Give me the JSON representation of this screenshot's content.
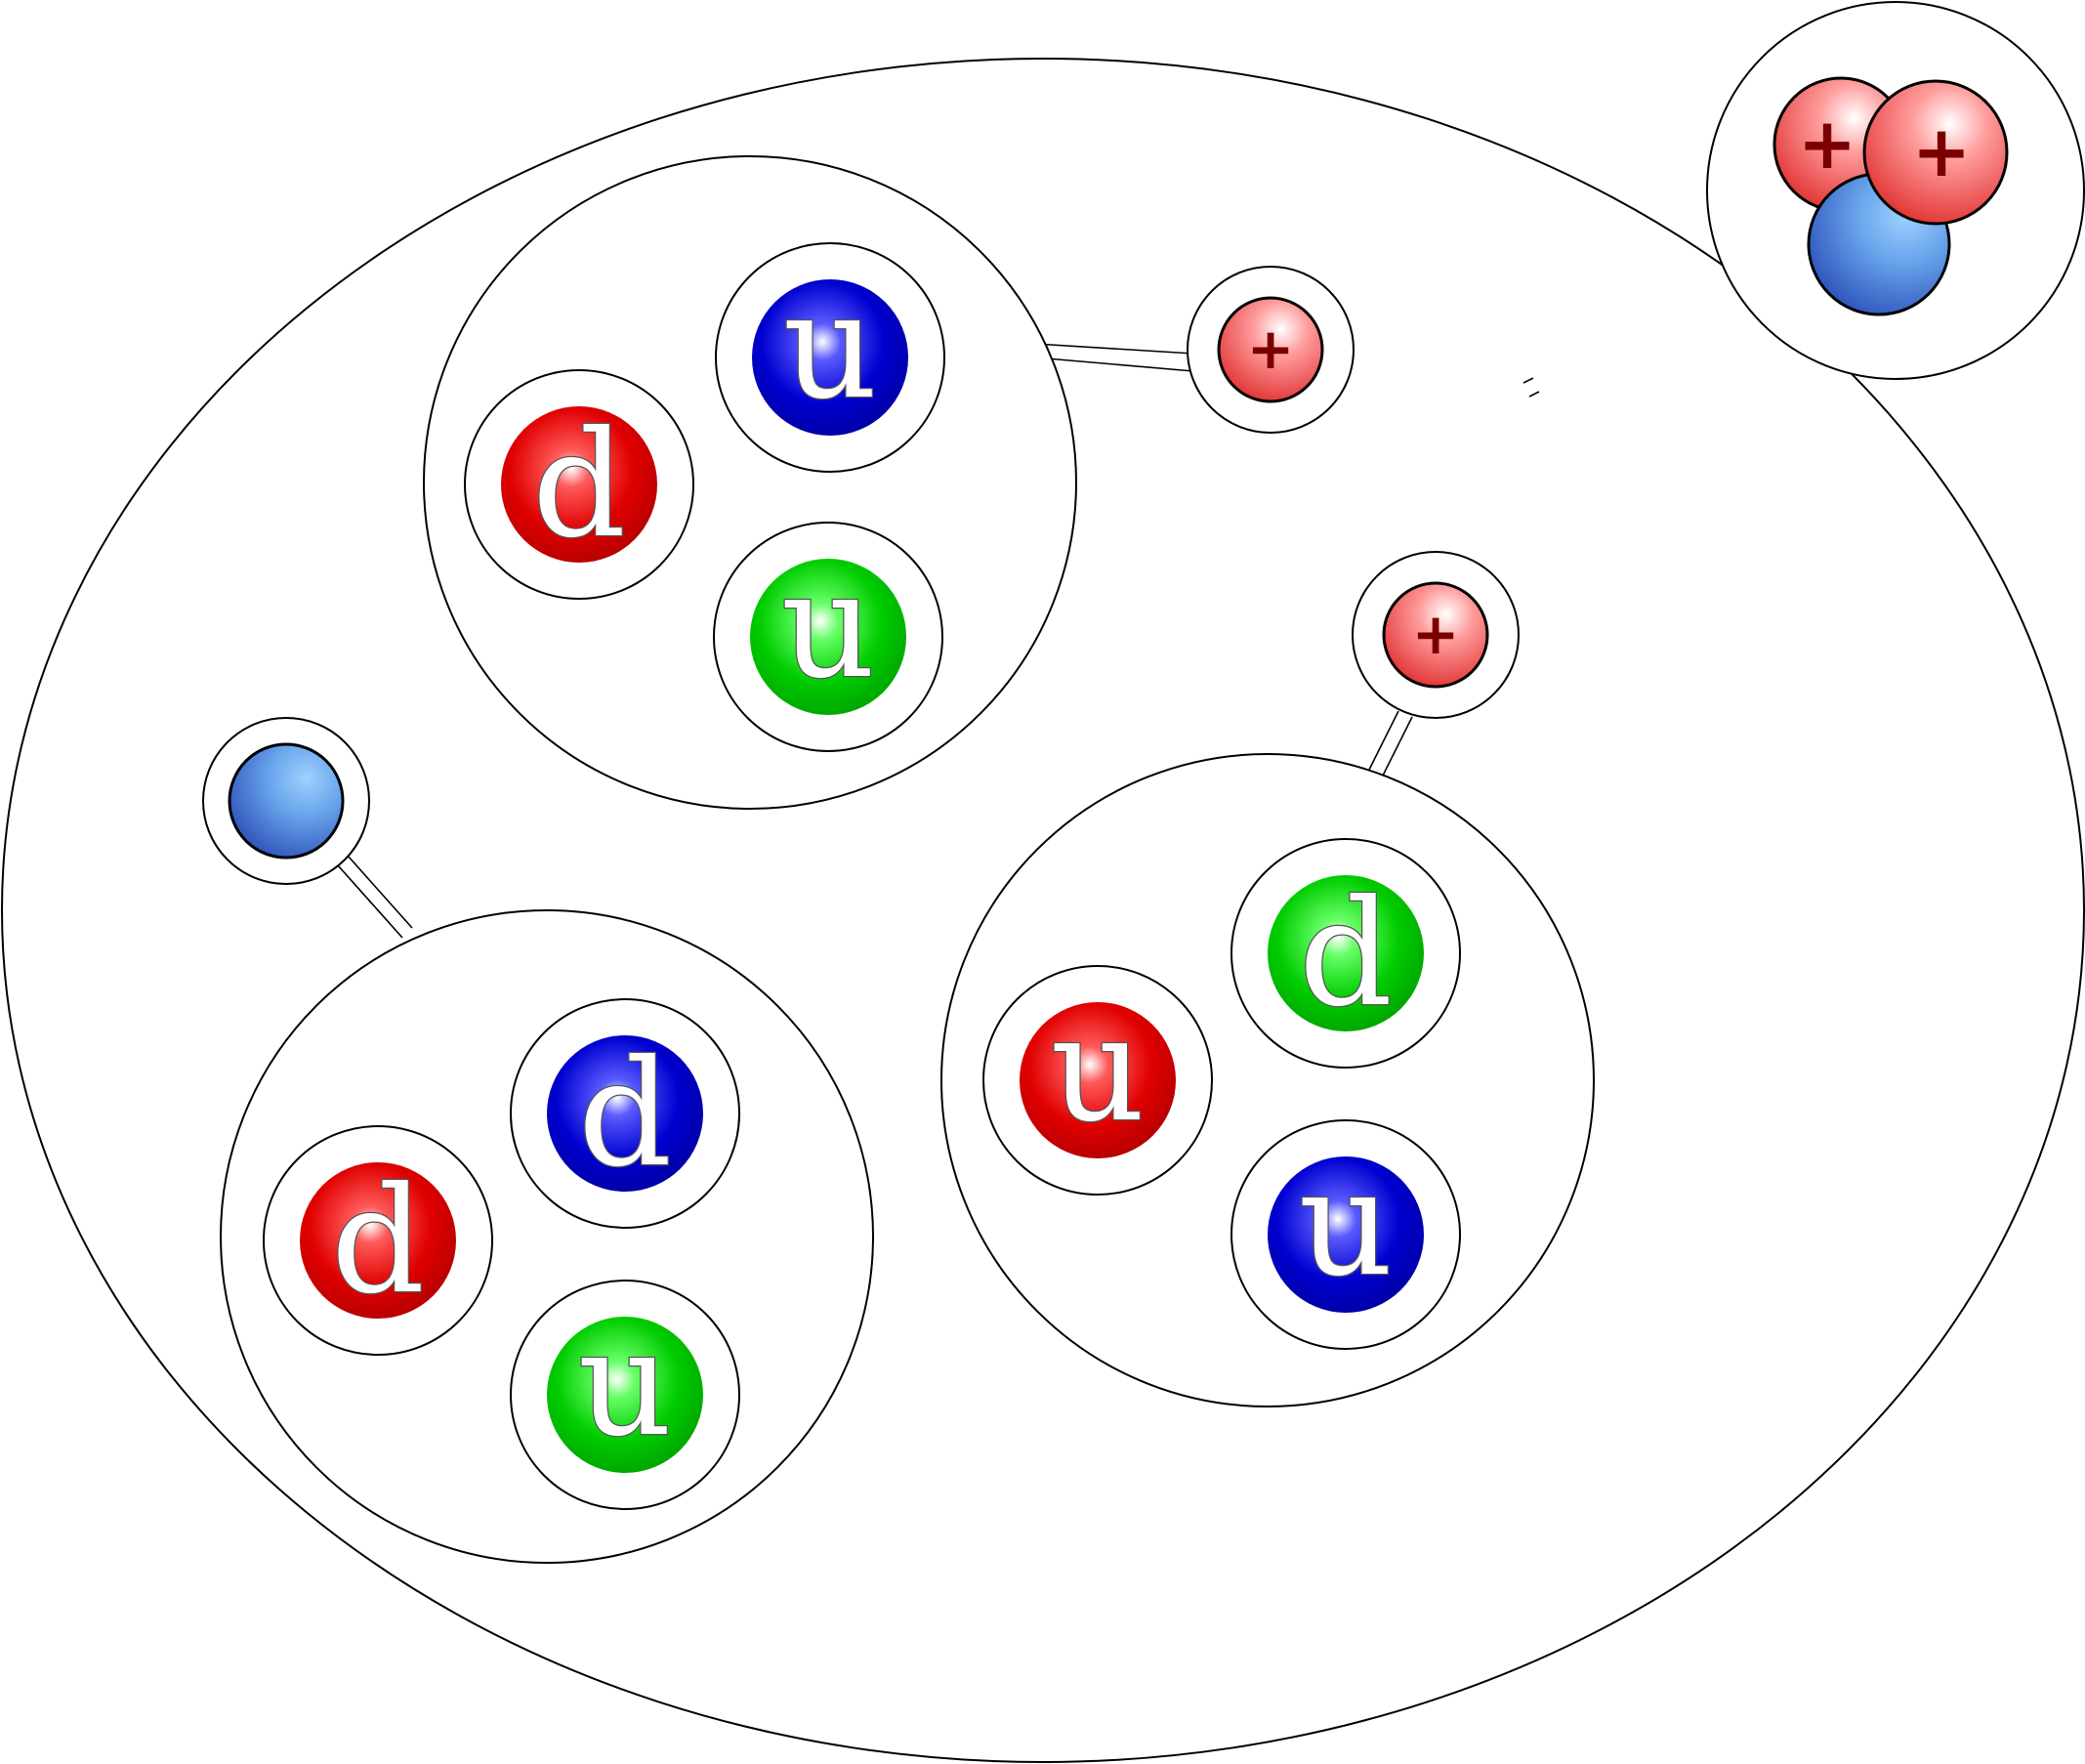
{
  "colors": {
    "quark_red": "#e60000",
    "quark_green": "#00cc00",
    "quark_blue": "#0000cc",
    "pion_red": "#ee4444",
    "pion_blue": "#3366cc",
    "outline": "#000000"
  },
  "nucleus": {
    "nucleons": [
      {
        "name": "top-nucleon",
        "quarks": [
          {
            "flavor": "u",
            "color": "blue"
          },
          {
            "flavor": "d",
            "color": "red"
          },
          {
            "flavor": "u",
            "color": "green"
          }
        ]
      },
      {
        "name": "bottom-left-nucleon",
        "quarks": [
          {
            "flavor": "d",
            "color": "blue"
          },
          {
            "flavor": "d",
            "color": "red"
          },
          {
            "flavor": "u",
            "color": "green"
          }
        ]
      },
      {
        "name": "bottom-right-nucleon",
        "quarks": [
          {
            "flavor": "d",
            "color": "green"
          },
          {
            "flavor": "u",
            "color": "red"
          },
          {
            "flavor": "u",
            "color": "blue"
          }
        ]
      }
    ],
    "particles": [
      {
        "name": "positive-particle-top",
        "symbol": "+"
      },
      {
        "name": "positive-particle-right",
        "symbol": "+"
      },
      {
        "name": "neutral-particle-left",
        "symbol": ""
      }
    ]
  },
  "external_nucleus": {
    "particles": [
      {
        "symbol": "+"
      },
      {
        "symbol": "+"
      },
      {
        "symbol": ""
      }
    ]
  }
}
